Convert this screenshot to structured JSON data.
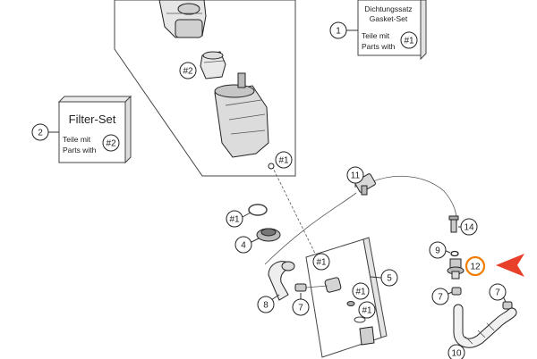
{
  "gasket_set": {
    "title_line1": "Dichtungssatz",
    "title_line2": "Gasket-Set",
    "text_line1": "Teile mit",
    "text_line2": "Parts with",
    "ref": "#1",
    "callout": "1"
  },
  "filter_set": {
    "title": "Filter-Set",
    "text_line1": "Teile mit",
    "text_line2": "Parts with",
    "ref": "#2",
    "callout": "2"
  },
  "callouts": {
    "c2_filter_part": "#2",
    "c1_top": "#1",
    "c11": "11",
    "c1_left": "#1",
    "c4": "4",
    "c14": "14",
    "c9": "9",
    "c12": "12",
    "c5": "5",
    "c1_mid": "#1",
    "c1_low": "#1",
    "c8": "8",
    "c7_a": "7",
    "c7_b": "7",
    "c7_c": "7",
    "c10": "10"
  },
  "colors": {
    "highlight_ring": "#f07d00",
    "arrow": "#e8402a"
  }
}
